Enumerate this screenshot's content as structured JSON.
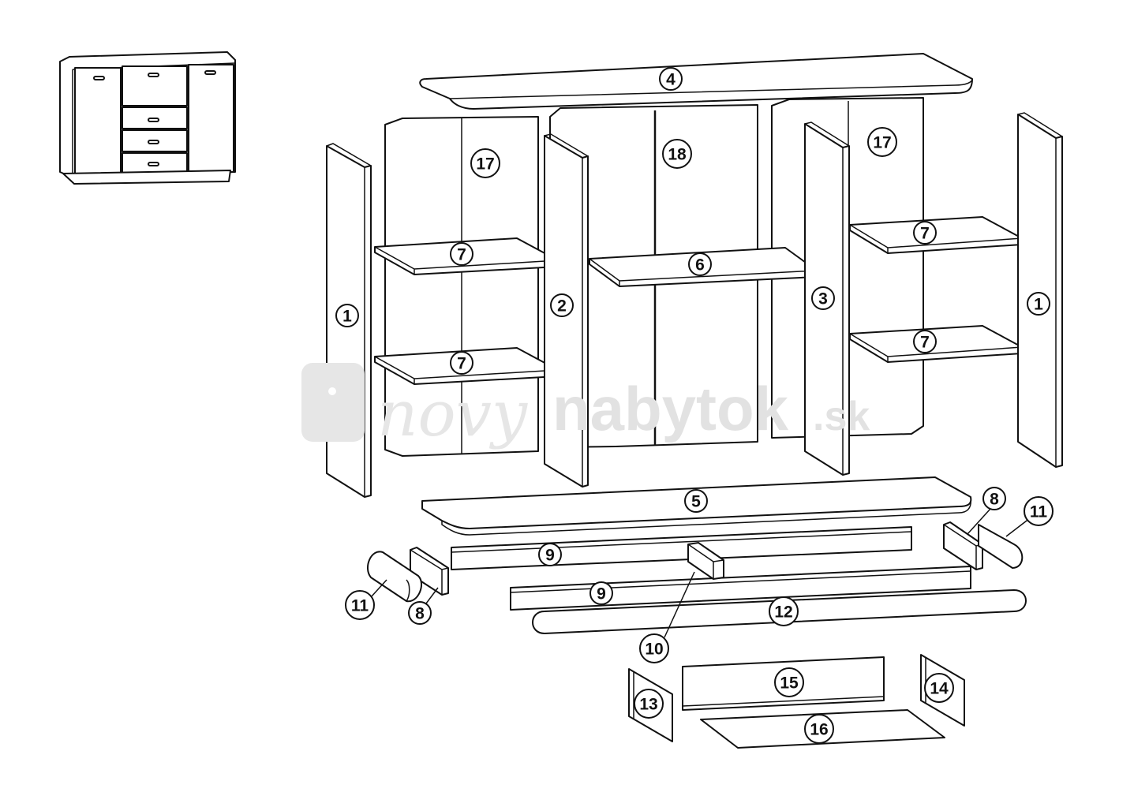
{
  "watermark": {
    "script": "novy",
    "bold": "nabytok",
    "suffix": ".sk"
  },
  "labels": {
    "top": "4",
    "back_left": "17",
    "back_center": "18",
    "back_right": "17",
    "shelf_left_upper": "7",
    "shelf_center": "6",
    "shelf_right_upper": "7",
    "side_left": "1",
    "divider_left": "2",
    "divider_right": "3",
    "side_right": "1",
    "shelf_left_lower": "7",
    "shelf_right_lower": "7",
    "bottom": "5",
    "plinth_end_right": "8",
    "plinth_cap_right": "11",
    "rail_back": "9",
    "rail_front": "9",
    "plinth_front": "12",
    "plinth_cap_left": "11",
    "plinth_end_left": "8",
    "support": "10",
    "drawer_front": "15",
    "drawer_side_left": "13",
    "drawer_side_right": "14",
    "drawer_bottom": "16"
  }
}
